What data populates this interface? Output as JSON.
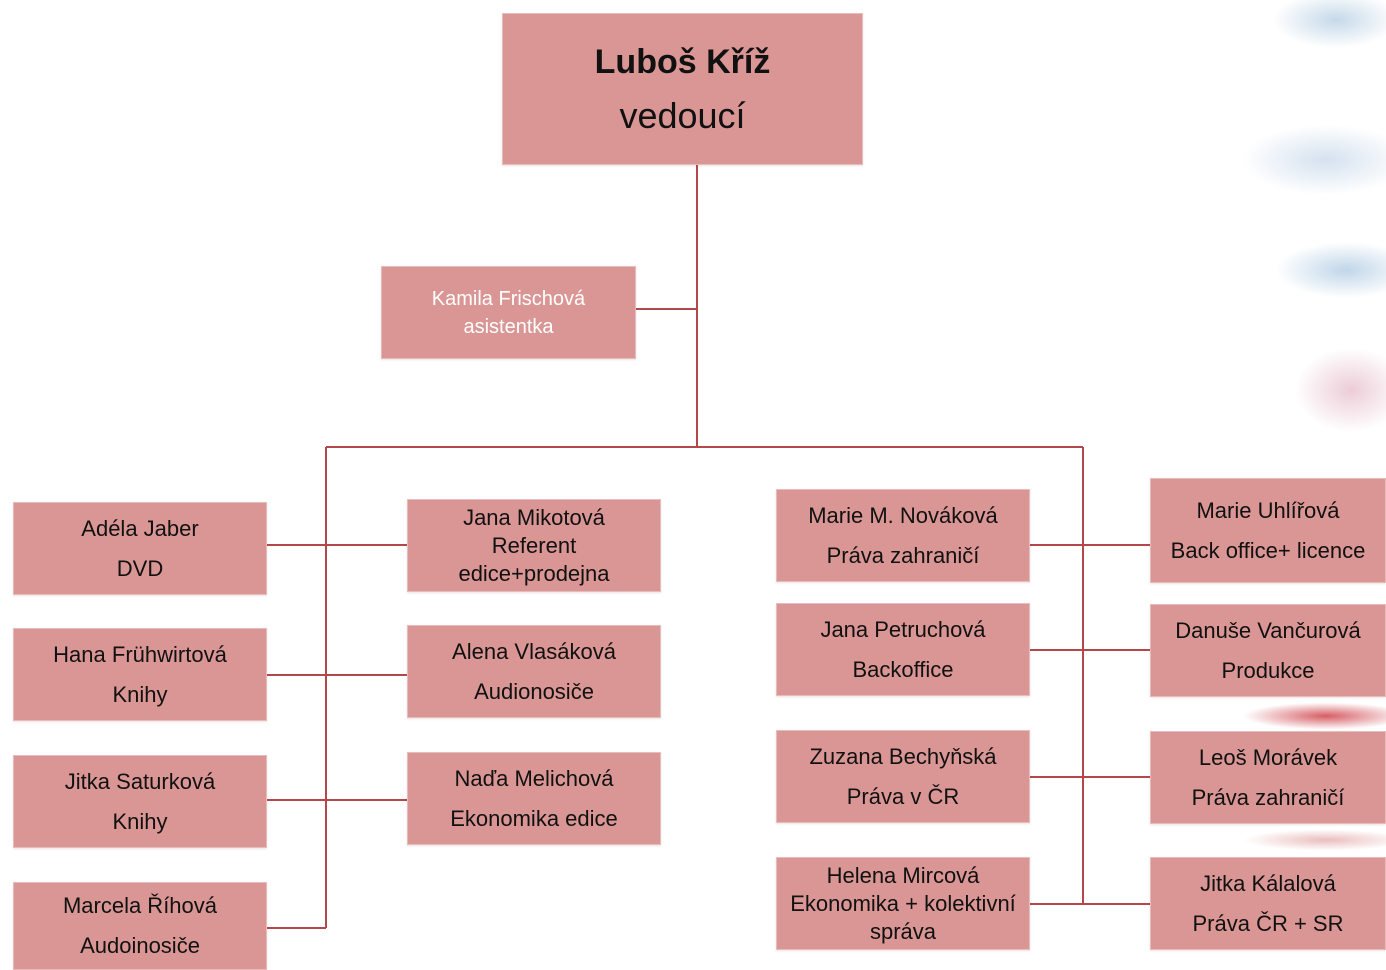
{
  "head": {
    "name": "Luboš Kříž",
    "role": "vedoucí"
  },
  "assistant": {
    "name": "Kamila Frischová",
    "role": "asistentka"
  },
  "col1": [
    {
      "name": "Adéla Jaber",
      "role": "DVD"
    },
    {
      "name": "Hana Frühwirtová",
      "role": "Knihy"
    },
    {
      "name": "Jitka Saturková",
      "role": "Knihy"
    },
    {
      "name": "Marcela Říhová",
      "role": "Audoinosiče"
    }
  ],
  "col2": [
    {
      "name": "Jana Mikotová",
      "role": "Referent",
      "role2": "edice+prodejna"
    },
    {
      "name": "Alena Vlasáková",
      "role": "Audionosiče"
    },
    {
      "name": "Naďa Melichová",
      "role": "Ekonomika edice"
    }
  ],
  "col3": [
    {
      "name": "Marie M. Nováková",
      "role": "Práva zahraničí"
    },
    {
      "name": "Jana Petruchová",
      "role": "Backoffice"
    },
    {
      "name": "Zuzana Bechyňská",
      "role": "Práva v ČR"
    },
    {
      "name": "Helena Mircová",
      "role": "Ekonomika + kolektivní",
      "role2": "správa"
    }
  ],
  "col4": [
    {
      "name": "Marie Uhlířová",
      "role": "Back office+ licence"
    },
    {
      "name": "Danuše Vančurová",
      "role": "Produkce"
    },
    {
      "name": "Leoš Morávek",
      "role": "Práva zahraničí"
    },
    {
      "name": "Jitka Kálalová",
      "role": "Práva ČR + SR"
    }
  ],
  "colors": {
    "box": "#d99694",
    "connector": "#b3474a"
  }
}
